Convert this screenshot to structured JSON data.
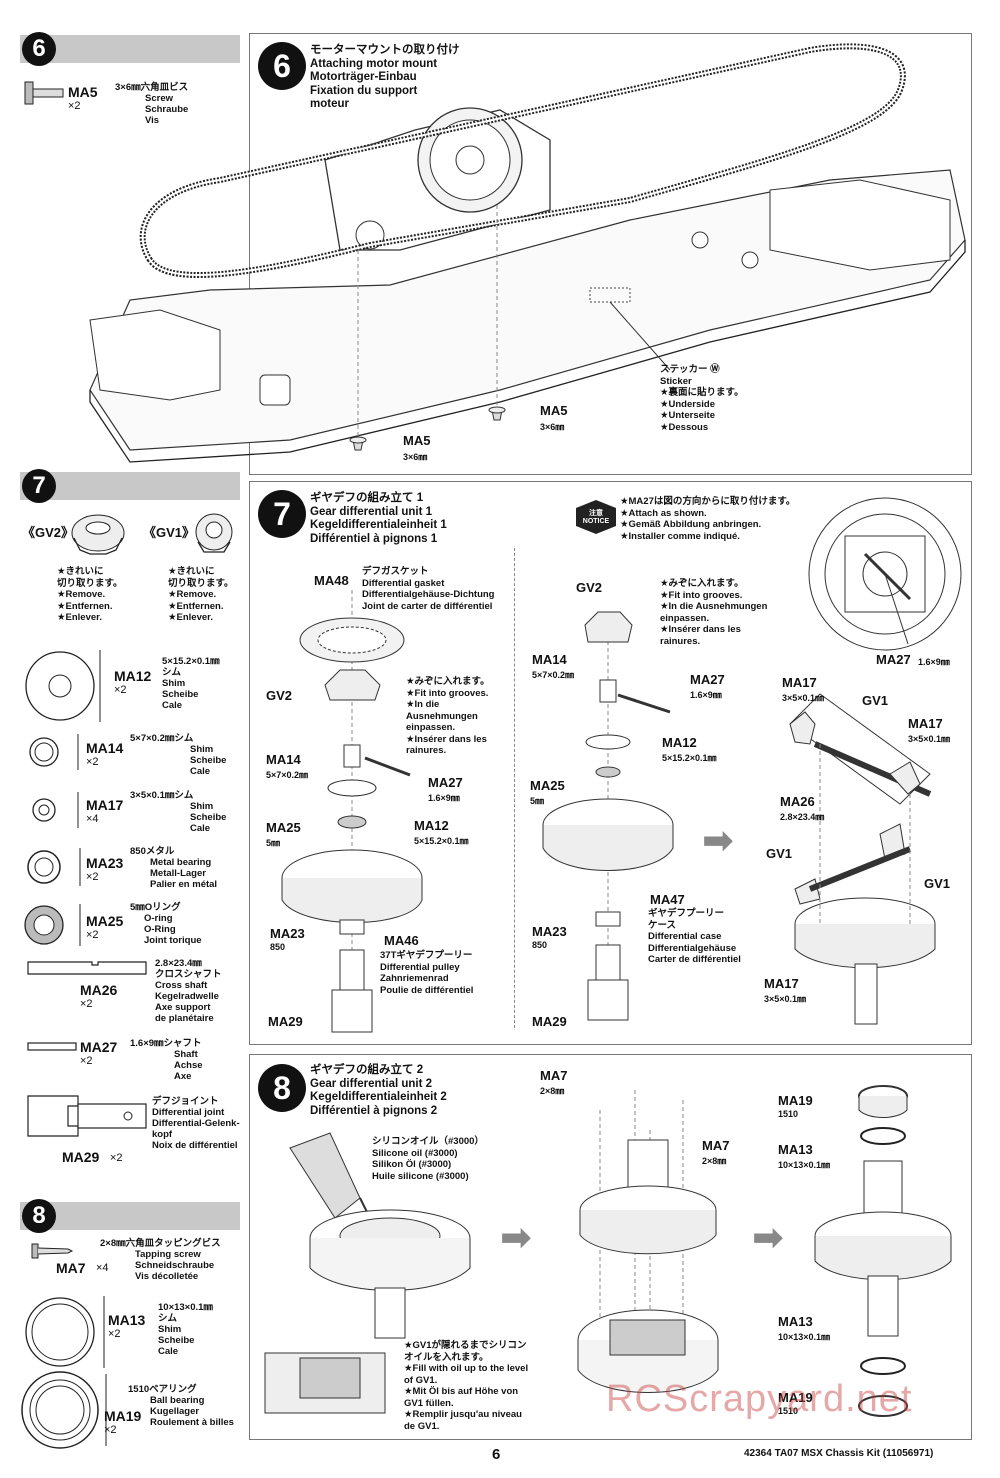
{
  "steps": {
    "s6": {
      "num": "6",
      "title_jp": "モーターマウントの取り付け",
      "title_en": "Attaching motor mount",
      "title_de": "Motorträger-Einbau",
      "title_fr": "Fixation du support",
      "title_fr2": "moteur"
    },
    "s7": {
      "num": "7",
      "title_jp": "ギヤデフの組み立て 1",
      "title_en": "Gear differential unit 1",
      "title_de": "Kegeldifferentialeinheit 1",
      "title_fr": "Différentiel à pignons 1"
    },
    "s8": {
      "num": "8",
      "title_jp": "ギヤデフの組み立て 2",
      "title_en": "Gear differential unit 2",
      "title_de": "Kegeldifferentialeinheit 2",
      "title_fr": "Différentiel à pignons 2"
    }
  },
  "parts6": [
    {
      "code": "MA5",
      "qty": "×2",
      "desc": [
        "3×6㎜六角皿ビス",
        "Screw",
        "Schraube",
        "Vis"
      ]
    }
  ],
  "gv_labels": {
    "gv2": "《GV2》",
    "gv1": "《GV1》"
  },
  "gv_note": [
    "★きれいに",
    "切り取ります。",
    "★Remove.",
    "★Entfernen.",
    "★Enlever."
  ],
  "parts7": [
    {
      "code": "MA12",
      "qty": "×2",
      "desc": [
        "5×15.2×0.1㎜",
        "シム",
        "Shim",
        "Scheibe",
        "Cale"
      ]
    },
    {
      "code": "MA14",
      "qty": "×2",
      "desc": [
        "5×7×0.2㎜シム",
        "Shim",
        "Scheibe",
        "Cale"
      ]
    },
    {
      "code": "MA17",
      "qty": "×4",
      "desc": [
        "3×5×0.1㎜シム",
        "Shim",
        "Scheibe",
        "Cale"
      ]
    },
    {
      "code": "MA23",
      "qty": "×2",
      "desc": [
        "850メタル",
        "Metal bearing",
        "Metall-Lager",
        "Palier en métal"
      ]
    },
    {
      "code": "MA25",
      "qty": "×2",
      "desc": [
        "5㎜Oリング",
        "O-ring",
        "O-Ring",
        "Joint torique"
      ]
    },
    {
      "code": "MA26",
      "qty": "×2",
      "desc": [
        "2.8×23.4㎜",
        "クロスシャフト",
        "Cross shaft",
        "Kegelradwelle",
        "Axe support",
        "de planétaire"
      ]
    },
    {
      "code": "MA27",
      "qty": "×2",
      "desc": [
        "1.6×9㎜シャフト",
        "Shaft",
        "Achse",
        "Axe"
      ]
    },
    {
      "code": "MA29",
      "qty": "×2",
      "desc": [
        "デフジョイント",
        "Differential joint",
        "Differential-Gelenk-",
        "kopf",
        "Noix de différentiel"
      ]
    }
  ],
  "parts8": [
    {
      "code": "MA7",
      "qty": "×4",
      "desc": [
        "2×8㎜六角皿タッピングビス",
        "Tapping screw",
        "Schneidschraube",
        "Vis décolletée"
      ]
    },
    {
      "code": "MA13",
      "qty": "×2",
      "desc": [
        "10×13×0.1㎜",
        "シム",
        "Shim",
        "Scheibe",
        "Cale"
      ]
    },
    {
      "code": "MA19",
      "qty": "×2",
      "desc": [
        "1510ベアリング",
        "Ball bearing",
        "Kugellager",
        "Roulement à billes"
      ]
    }
  ],
  "s6_labels": {
    "ma5a": "MA5",
    "ma5a_sub": "3×6㎜",
    "ma5b": "MA5",
    "ma5b_sub": "3×6㎜",
    "sticker": [
      "ステッカー Ⓦ",
      "Sticker",
      "★裏面に貼ります。",
      "★Underside",
      "★Unterseite",
      "★Dessous"
    ]
  },
  "s7_left": {
    "ma48": "MA48",
    "ma48_desc": [
      "デフガスケット",
      "Differential gasket",
      "Differentialgehäuse-Dichtung",
      "Joint de carter de différentiel"
    ],
    "gv2": "GV2",
    "grooves": [
      "★みぞに入れます。",
      "★Fit into grooves.",
      "★In die",
      "Ausnehmungen",
      "einpassen.",
      "★Insérer dans les",
      "rainures."
    ],
    "ma14": "MA14",
    "ma14_sub": "5×7×0.2㎜",
    "ma27": "MA27",
    "ma27_sub": "1.6×9㎜",
    "ma25": "MA25",
    "ma25_sub": "5㎜",
    "ma12": "MA12",
    "ma12_sub": "5×15.2×0.1㎜",
    "ma23": "MA23",
    "ma23_sub": "850",
    "ma46": "MA46",
    "ma46_desc": [
      "37Tギヤデフプーリー",
      "Differential pulley",
      "Zahnriemenrad",
      "Poulie de différentiel"
    ],
    "ma29": "MA29"
  },
  "s7_mid": {
    "notice": "注意 NOTICE",
    "notice_text": [
      "★MA27は図の方向からに取り付けます。",
      "★Attach as shown.",
      "★Gemäß Abbildung anbringen.",
      "★Installer comme indiqué."
    ],
    "gv2": "GV2",
    "grooves": [
      "★みぞに入れます。",
      "★Fit into grooves.",
      "★In die Ausnehmungen",
      "einpassen.",
      "★Insérer dans les",
      "rainures."
    ],
    "ma14": "MA14",
    "ma14_sub": "5×7×0.2㎜",
    "ma27": "MA27",
    "ma27_sub": "1.6×9㎜",
    "ma12": "MA12",
    "ma12_sub": "5×15.2×0.1㎜",
    "ma25": "MA25",
    "ma25_sub": "5㎜",
    "ma47": "MA47",
    "ma47_desc": [
      "ギヤデフプーリー",
      "ケース",
      "Differential case",
      "Differentialgehäuse",
      "Carter de différentiel"
    ],
    "ma23": "MA23",
    "ma23_sub": "850",
    "ma29": "MA29"
  },
  "s7_right": {
    "ma27": "MA27",
    "ma27_sub": "1.6×9㎜",
    "ma17a": "MA17",
    "ma17a_sub": "3×5×0.1㎜",
    "gv1a": "GV1",
    "ma17b": "MA17",
    "ma17b_sub": "3×5×0.1㎜",
    "ma26": "MA26",
    "ma26_sub": "2.8×23.4㎜",
    "gv1b": "GV1",
    "gv1c": "GV1",
    "ma17c": "MA17",
    "ma17c_sub": "3×5×0.1㎜"
  },
  "s8_labels": {
    "ma7a": "MA7",
    "ma7a_sub": "2×8㎜",
    "ma7b": "MA7",
    "ma7b_sub": "2×8㎜",
    "oil": [
      "シリコンオイル（#3000）",
      "Silicone oil (#3000)",
      "Silikon Öl (#3000)",
      "Huile silicone (#3000)"
    ],
    "fill": [
      "★GV1が隠れるまでシリコン",
      "オイルを入れます。",
      "★Fill with oil up to the level",
      "of GV1.",
      "★Mit Öl bis auf Höhe von",
      "GV1 füllen.",
      "★Remplir jusqu'au niveau",
      "de GV1."
    ],
    "ma19a": "MA19",
    "ma19a_sub": "1510",
    "ma13a": "MA13",
    "ma13a_sub": "10×13×0.1㎜",
    "ma13b": "MA13",
    "ma13b_sub": "10×13×0.1㎜",
    "ma19b": "MA19",
    "ma19b_sub": "1510"
  },
  "footer": {
    "page": "6",
    "code": "42364 TA07 MSX Chassis Kit (11056971)"
  },
  "watermark": "RCScrapyard.net"
}
